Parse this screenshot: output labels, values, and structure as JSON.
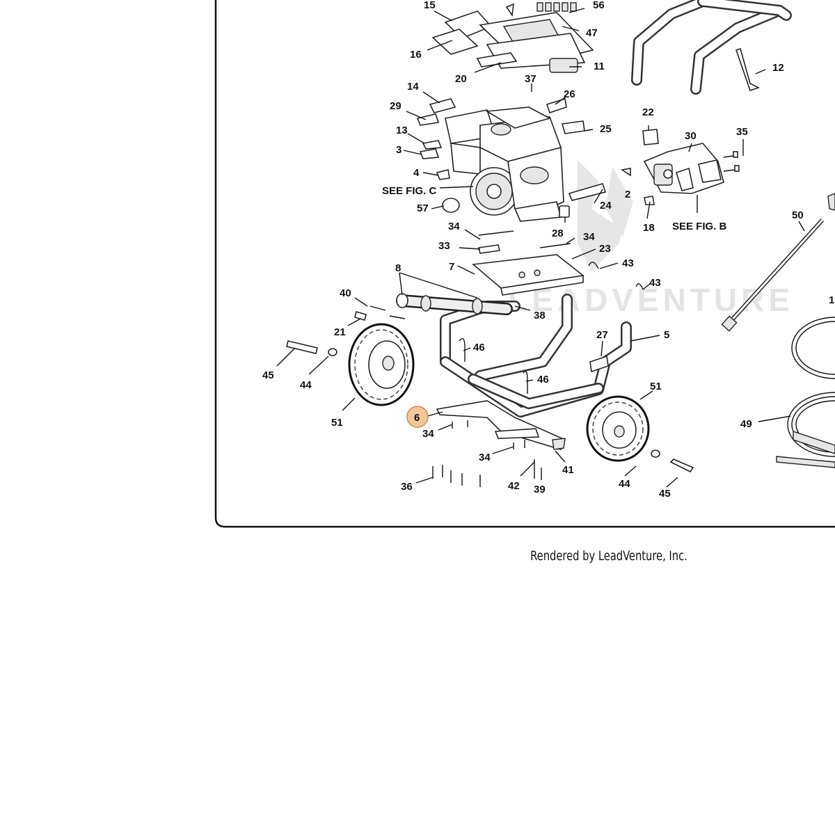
{
  "diagram": {
    "watermark": "LEADVENTURE",
    "credit": "Rendered by LeadVenture, Inc.",
    "highlighted_callout": "6",
    "labels": {
      "c15": "15",
      "c56": "56",
      "c47": "47",
      "c16": "16",
      "c11": "11",
      "c20": "20",
      "c37": "37",
      "c12": "12",
      "c14": "14",
      "c26": "26",
      "c29": "29",
      "c25": "25",
      "c22": "22",
      "c30": "30",
      "c35": "35",
      "c13": "13",
      "c3": "3",
      "c4": "4",
      "c2": "2",
      "fig_c": "SEE FIG. C",
      "c24": "24",
      "c57": "57",
      "c28": "28",
      "c18": "18",
      "fig_b": "SEE FIG. B",
      "c50": "50",
      "c34a": "34",
      "c34b": "34",
      "c33": "33",
      "c23": "23",
      "c43a": "43",
      "c43b": "43",
      "c7": "7",
      "c8": "8",
      "c40": "40",
      "c38": "38",
      "c1x": "1",
      "c21": "21",
      "c46a": "46",
      "c27": "27",
      "c5": "5",
      "c45a": "45",
      "c44a": "44",
      "c46b": "46",
      "c51a": "51",
      "c51b": "51",
      "c49": "49",
      "c6": "6",
      "c34c": "34",
      "c34d": "34",
      "c41": "41",
      "c36": "36",
      "c42": "42",
      "c39": "39",
      "c44b": "44",
      "c45b": "45"
    }
  }
}
